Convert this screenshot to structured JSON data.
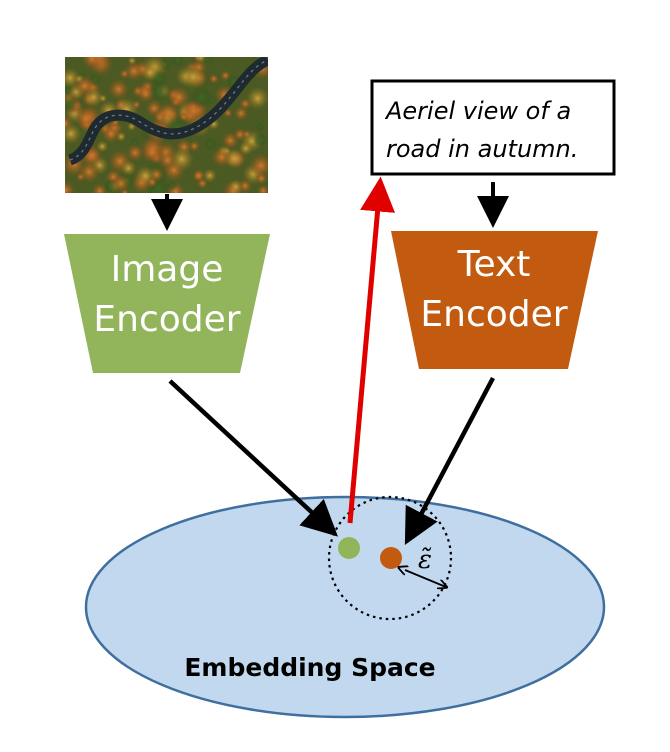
{
  "caption": {
    "line1": "Aeriel view of a",
    "line2": "road in autumn."
  },
  "image_encoder": {
    "line1": "Image",
    "line2": "Encoder",
    "color": "#92b55c"
  },
  "text_encoder": {
    "line1": "Text",
    "line2": "Encoder",
    "color": "#c25b10"
  },
  "embedding_space": {
    "label": "Embedding Space",
    "fill": "#c1d8ee",
    "stroke": "#3f6f9f"
  },
  "epsilon": {
    "symbol": "ε̃"
  },
  "arrow_colors": {
    "flow": "#000000",
    "retrieval": "#e00000"
  },
  "photo": {
    "icon": "aerial-forest-road-image"
  }
}
